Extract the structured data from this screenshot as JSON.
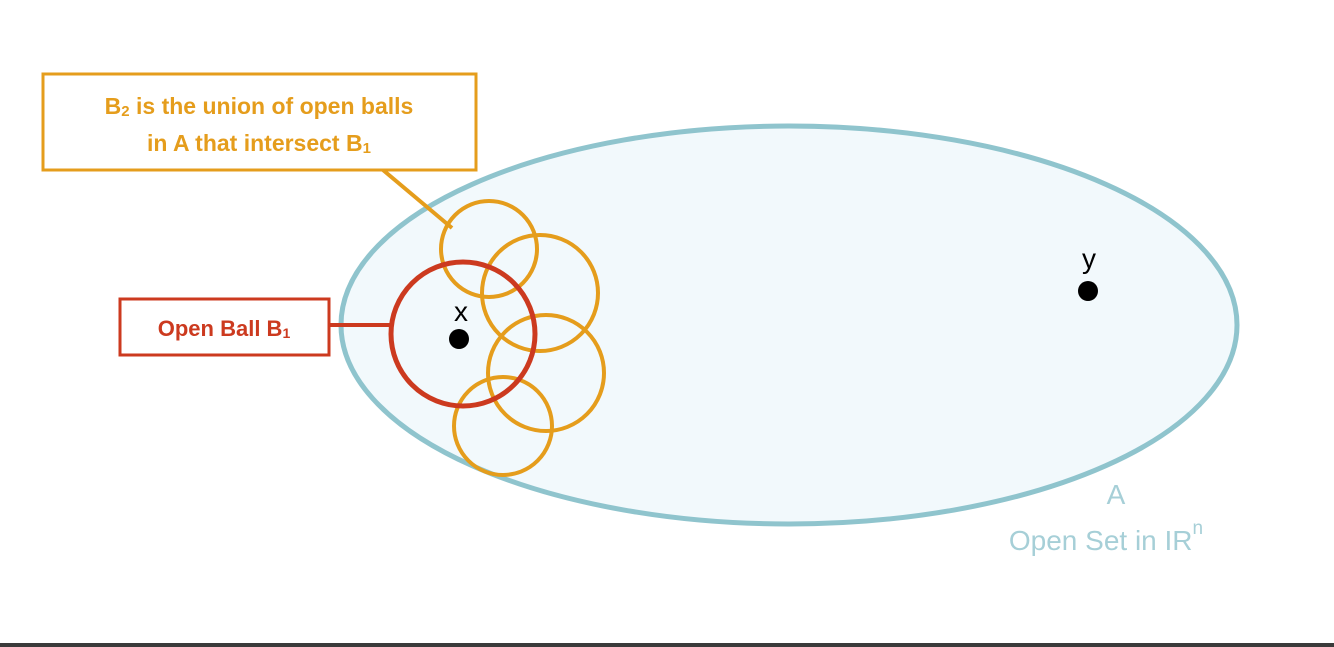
{
  "colors": {
    "set_fill": "#f2f9fc",
    "set_stroke": "#8fc4cd",
    "set_label": "#a6cfd7",
    "ball_b1": "#cc3a1f",
    "ball_b2": "#e59d1c",
    "point": "#000000"
  },
  "labels": {
    "b2_box_line1_main": "B",
    "b2_box_line1_sub": "2",
    "b2_box_line1_rest": " is the union of open balls",
    "b2_box_line2_main": "in A that intersect B",
    "b2_box_line2_sub": "1",
    "b1_box_main": "Open Ball B",
    "b1_box_sub": "1",
    "point_x": "x",
    "point_y": "y",
    "set_name": "A",
    "set_desc_main": "Open Set in IR",
    "set_desc_sup": "n"
  }
}
